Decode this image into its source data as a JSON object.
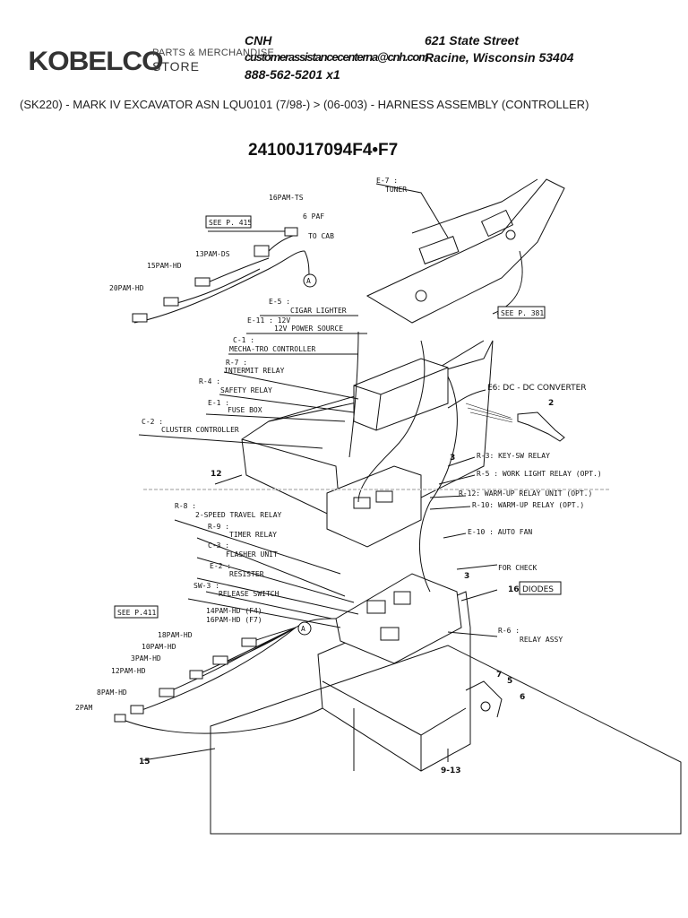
{
  "header": {
    "logo": "KOBELCO",
    "store_line1": "PARTS & MERCHANDISE",
    "store_line2": "STORE",
    "company": "CNH",
    "email": "customerassistancecenterna@cnh.com",
    "street": "621 State Street",
    "city": "Racine, Wisconsin 53404",
    "phone": "888-562-5201 x1"
  },
  "breadcrumb": "(SK220) - MARK IV EXCAVATOR ASN LQU0101 (7/98-) > (06-003) - HARNESS ASSEMBLY (CONTROLLER)",
  "diagram": {
    "part_number": "24100J17094F4•F7",
    "labels": {
      "pam16ts": "16PAM-TS",
      "seep415": "SEE P. 415",
      "paf6": "6 PAF",
      "tocab": "TO CAB",
      "pam13ds": "13PAM-DS",
      "pam15hd": "15PAM-HD",
      "pam20hd": "20PAM-HD",
      "e7": "E-7 :",
      "tuner": "TUNER",
      "seep381": "SEE P. 381",
      "e5": "E-5 :",
      "cigar": "CIGAR LIGHTER",
      "e11": "E-11 : 12V",
      "power": "12V POWER SOURCE",
      "c1": "C-1 :",
      "mecha": "MECHA-TRO CONTROLLER",
      "r7": "R-7 :",
      "intermit": "INTERMIT RELAY",
      "r4": "R-4 :",
      "safety": "SAFETY RELAY",
      "e1": "E-1 :",
      "fusebox": "FUSE BOX",
      "c2": "C-2 :",
      "cluster": "CLUSTER CONTROLLER",
      "e6": "E6: DC - DC CONVERTER",
      "r3": "R-3: KEY-SW RELAY",
      "r5": "R-5 : WORK LIGHT RELAY (OPT.)",
      "r12": "R-12: WARM-UP RELAY UNIT (OPT.)",
      "r10": "R-10: WARM-UP RELAY (OPT.)",
      "e10": "E-10 : AUTO FAN",
      "forcheck": "FOR CHECK",
      "diodes": "DIODES",
      "r6": "R-6 :",
      "relayassy": "RELAY ASSY",
      "r8": "R-8 :",
      "travel": "2-SPEED TRAVEL RELAY",
      "r9": "R-9 :",
      "timer": "TIMER RELAY",
      "c3": "C-3 :",
      "flasher": "FLASHER UNIT",
      "e2": "E-2 :",
      "resister": "RESISTER",
      "sw3": "SW-3 :",
      "release": "RELEASE SWITCH",
      "seep411": "SEE P.411",
      "pam14": "14PAM-HD (F4)",
      "pam16": "16PAM-HD (F7)",
      "pam18hd": "18PAM-HD",
      "pam10hd": "10PAM-HD",
      "pam3hd": "3PAM-HD",
      "pam12hd": "12PAM-HD",
      "pam8hd": "8PAM-HD",
      "pam2": "2PAM",
      "circleA": "A",
      "n2": "2",
      "n3a": "3",
      "n3b": "3",
      "n5": "5",
      "n6": "6",
      "n7": "7",
      "n12": "12",
      "n15": "15",
      "n16": "16",
      "n913": "9-13"
    }
  }
}
